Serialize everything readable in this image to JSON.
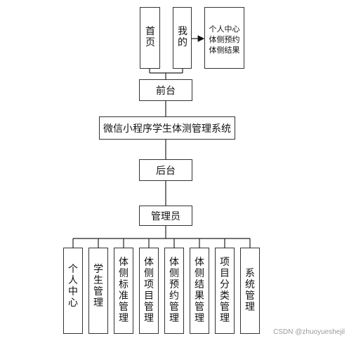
{
  "top_nodes": {
    "home": "首页",
    "mine": "我的",
    "mine_details": [
      "个人中心",
      "体侧预约",
      "体侧结果"
    ]
  },
  "frontend": "前台",
  "system": "微信小程序学生体测管理系统",
  "backend": "后台",
  "admin": "管理员",
  "modules": [
    "个人中心",
    "学生管理",
    "体侧标准管理",
    "体侧项目管理",
    "体侧预约管理",
    "体侧结果管理",
    "项目分类管理",
    "系统管理"
  ],
  "watermark": "CSDN @zhuoyueshejil"
}
